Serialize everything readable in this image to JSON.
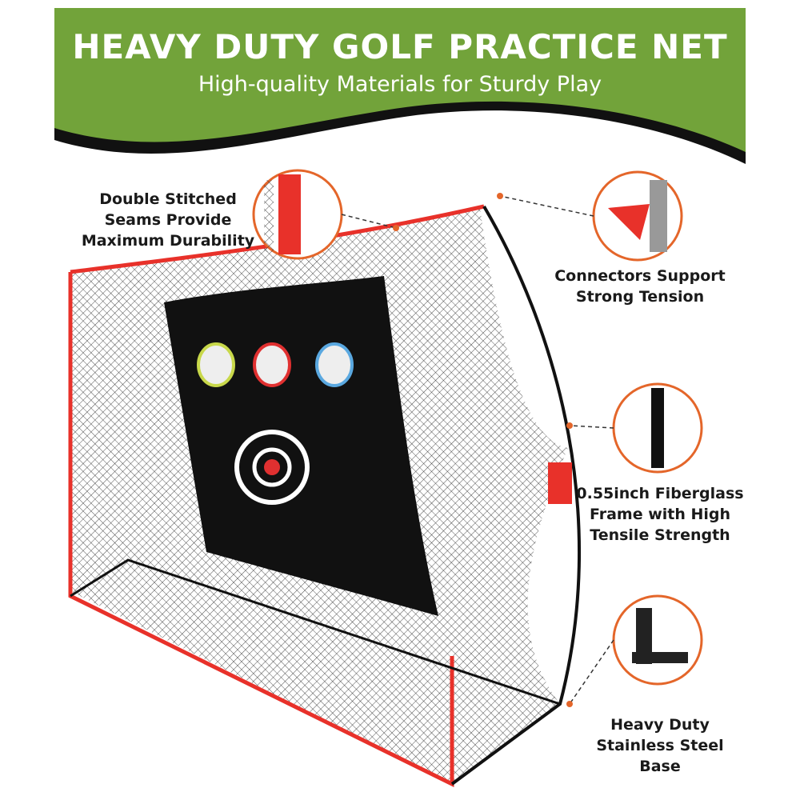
{
  "header": {
    "title": "HEAVY DUTY GOLF PRACTICE NET",
    "subtitle": "High-quality Materials for Sturdy Play"
  },
  "callouts": [
    {
      "text": "Double Stitched Seams Provide Maximum Durability",
      "lines": [
        "Double Stitched",
        "Seams Provide",
        "Maximum Durability"
      ]
    },
    {
      "text": "Connectors Support Strong Tension",
      "lines": [
        "Connectors Support",
        "Strong Tension"
      ]
    },
    {
      "text": "0.55inch Fiberglass Frame with High Tensile Strength",
      "lines": [
        "0.55inch Fiberglass",
        "Frame with High",
        "Tensile Strength"
      ]
    },
    {
      "text": "Heavy Duty Stainless Steel Base",
      "lines": [
        "Heavy Duty",
        "Stainless Steel",
        "Base"
      ]
    }
  ],
  "colors": {
    "banner_green": "#72a33a",
    "accent_orange": "#e4662a",
    "frame_red": "#e8312a",
    "net_black": "#111111"
  }
}
